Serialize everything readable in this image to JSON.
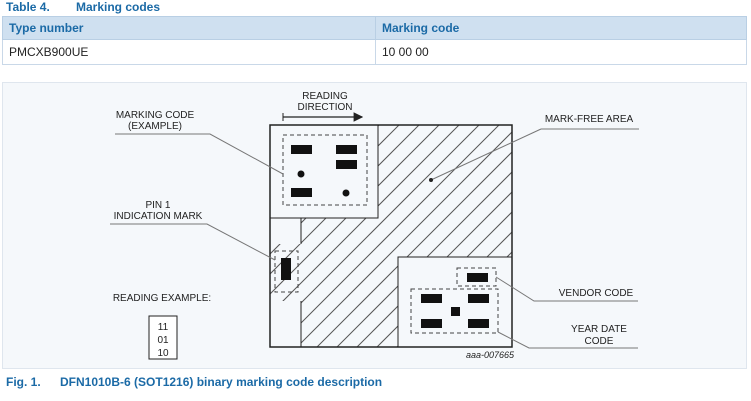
{
  "table": {
    "caption_number": "Table 4.",
    "caption_title": "Marking codes",
    "headers": [
      "Type number",
      "Marking code"
    ],
    "rows": [
      [
        "PMCXB900UE",
        "10 00 00"
      ]
    ]
  },
  "figure": {
    "labels": {
      "reading_direction_1": "READING",
      "reading_direction_2": "DIRECTION",
      "marking_code_1": "MARKING CODE",
      "marking_code_2": "(EXAMPLE)",
      "mark_free_area": "MARK-FREE AREA",
      "pin1_1": "PIN 1",
      "pin1_2": "INDICATION MARK",
      "reading_example": "READING EXAMPLE:",
      "vendor_code": "VENDOR CODE",
      "year_date_1": "YEAR DATE",
      "year_date_2": "CODE",
      "reference": "aaa-007665"
    },
    "reading_example_lines": [
      "11",
      "01",
      "10"
    ],
    "caption_number": "Fig. 1.",
    "caption_title": "DFN1010B-6 (SOT1216) binary marking code description"
  }
}
